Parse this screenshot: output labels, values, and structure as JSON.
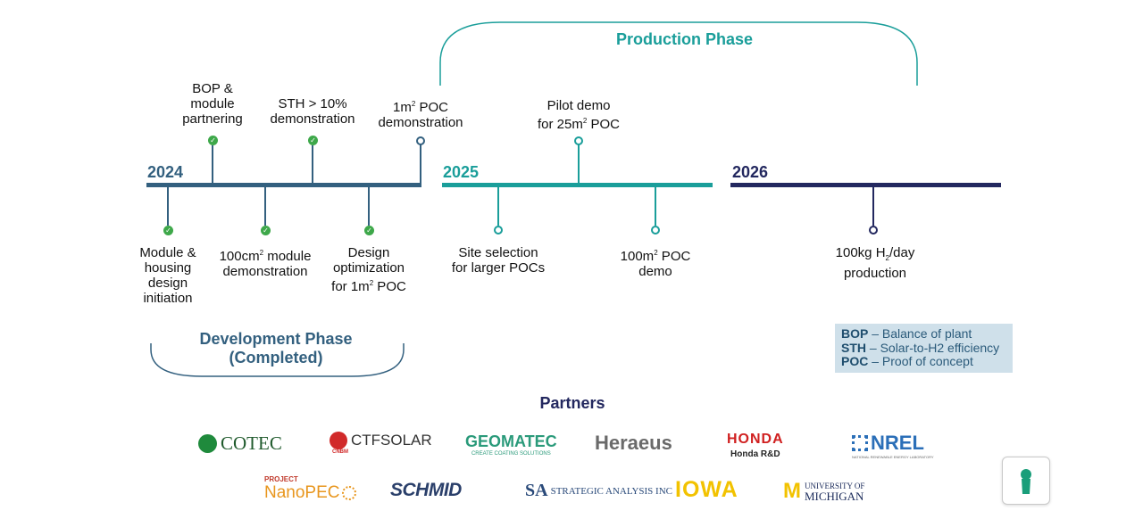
{
  "production_phase": {
    "title": "Production Phase"
  },
  "development_phase": {
    "title_line1": "Development Phase",
    "title_line2": "(Completed)"
  },
  "timeline": {
    "years": [
      "2024",
      "2025",
      "2026"
    ],
    "above": [
      {
        "lines": [
          "BOP &",
          "module",
          "partnering"
        ],
        "marker": "check"
      },
      {
        "lines": [
          "STH > 10%",
          "demonstration"
        ],
        "marker": "check"
      },
      {
        "line1_pre": "1m",
        "line1_sup": "2",
        "line1_post": " POC",
        "line2": "demonstration",
        "marker": "open"
      },
      {
        "line1": "Pilot demo",
        "line2_pre": "for 25m",
        "line2_sup": "2",
        "line2_post": " POC",
        "marker": "open"
      }
    ],
    "below": [
      {
        "lines": [
          "Module &",
          "housing",
          "design",
          "initiation"
        ],
        "marker": "check"
      },
      {
        "line1_pre": "100cm",
        "line1_sup": "2",
        "line1_post": " module",
        "line2": "demonstration",
        "marker": "check"
      },
      {
        "line1": "Design",
        "line2": "optimization",
        "line3_pre": "for 1m",
        "line3_sup": "2",
        "line3_post": " POC",
        "marker": "check"
      },
      {
        "lines": [
          "Site selection",
          "for larger POCs"
        ],
        "marker": "open"
      },
      {
        "line1_pre": "100m",
        "line1_sup": "2",
        "line1_post": " POC",
        "line2": "demo",
        "marker": "open"
      },
      {
        "line1_pre": "100kg H",
        "line1_sub": "2",
        "line1_post": "/day",
        "line2": "production",
        "marker": "open"
      }
    ]
  },
  "legend": [
    {
      "abbr": "BOP",
      "text": " – Balance of plant"
    },
    {
      "abbr": "STH",
      "text": " – Solar-to-H2 efficiency"
    },
    {
      "abbr": "POC",
      "text": " – Proof of concept"
    }
  ],
  "partners": {
    "title": "Partners",
    "logos": [
      "COTEC",
      "CTFSOLAR",
      "CNBM",
      "GEOMATEC",
      "CREATE COATING SOLUTIONS",
      "Heraeus",
      "HONDA",
      "Honda R&D",
      "NREL",
      "NATIONAL RENEWABLE ENERGY LABORATORY",
      "PROJECT",
      "NanoPEC",
      "SCHMID",
      "SA",
      "STRATEGIC ANALYSIS INC",
      "IOWA",
      "UNIVERSITY OF",
      "MICHIGAN"
    ]
  },
  "colors": {
    "dev_blue": "#33607f",
    "prod_teal": "#1a9e9a",
    "navy": "#23285f",
    "check_green": "#3ea84a"
  },
  "help_button": {
    "icon": "keyhole-person-icon"
  }
}
